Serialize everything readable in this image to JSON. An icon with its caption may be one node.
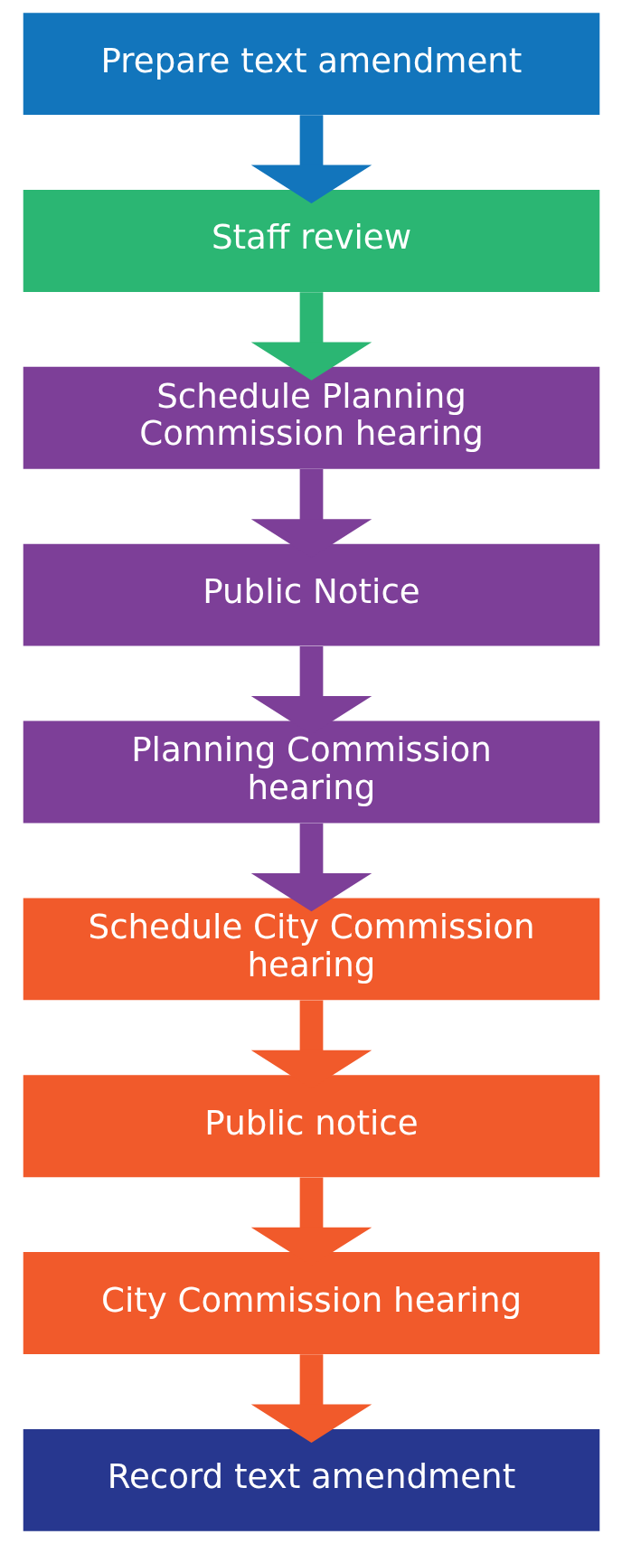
{
  "diagram": {
    "nodes": [
      {
        "text": [
          "Prepare text amendment"
        ]
      },
      {
        "text": [
          "Staff review"
        ]
      },
      {
        "text": [
          "Schedule Planning Commission hearing"
        ]
      },
      {
        "text": [
          "Public Notice"
        ]
      },
      {
        "text": [
          "Planning Commission hearing"
        ]
      },
      {
        "text": [
          "Schedule City Commission hearing"
        ]
      },
      {
        "text": [
          "Public notice"
        ]
      },
      {
        "text": [
          "City Commission hearing"
        ]
      },
      {
        "text": [
          "Record text amendment"
        ]
      }
    ],
    "edges": [
      {
        "from": 0,
        "to": 1,
        "arrow": "to",
        "color": "#1275bc"
      },
      {
        "from": 1,
        "to": 2,
        "arrow": "to",
        "color": "#2bb673"
      },
      {
        "from": 2,
        "to": 3,
        "arrow": "to",
        "color": "#7d3f98"
      },
      {
        "from": 3,
        "to": 4,
        "arrow": "to",
        "color": "#7d3f98"
      },
      {
        "from": 4,
        "to": 5,
        "arrow": "to",
        "color": "#7d3f98"
      },
      {
        "from": 5,
        "to": 6,
        "arrow": "to",
        "color": "#f15a2b"
      },
      {
        "from": 6,
        "to": 7,
        "arrow": "to",
        "color": "#f15a2b"
      },
      {
        "from": 7,
        "to": 8,
        "arrow": "to",
        "color": "#f15a2b"
      }
    ]
  }
}
